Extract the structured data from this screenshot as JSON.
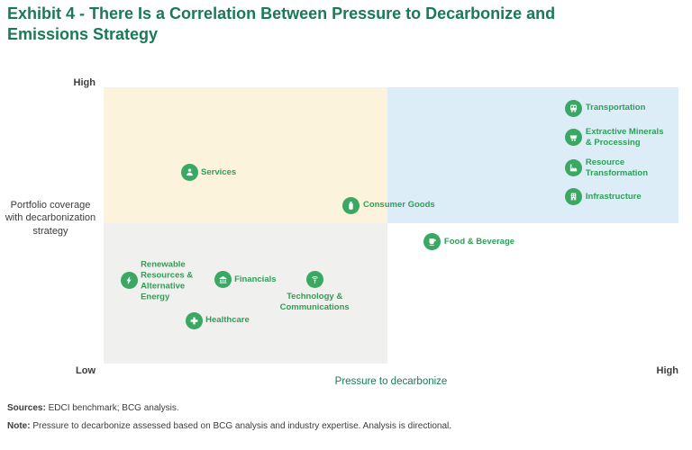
{
  "title": "Exhibit 4 - There Is a Correlation Between Pressure to Decarbonize and Emissions Strategy",
  "colors": {
    "title_green": "#197A56",
    "label_green": "#2F9E57",
    "marker_green": "#3AA862",
    "axis_text": "#3C3C3C"
  },
  "chart_data": {
    "type": "scatter",
    "subtype": "quadrant",
    "title": "Exhibit 4 - There Is a Correlation Between Pressure to Decarbonize and Emissions Strategy",
    "x_axis": {
      "label": "Pressure to decarbonize",
      "min_label": "Low",
      "max_label": "High"
    },
    "y_axis": {
      "label": "Portfolio coverage with decarbonization strategy",
      "max_label": "High"
    },
    "grid": false,
    "quadrant_split": {
      "x_frac": 0.494,
      "y_frac": 0.492
    },
    "quadrant_colors": {
      "top_left": "#FBF3DC",
      "top_right": "#DCEDF8",
      "bottom_left": "#F0F0EE",
      "bottom_right": "#FFFFFF"
    },
    "points": [
      {
        "label": "Services",
        "icon": "services-person-icon",
        "x": 0.149,
        "y": 0.691,
        "label_side": "right"
      },
      {
        "label": "Consumer Goods",
        "icon": "consumer-goods-jar-icon",
        "x": 0.431,
        "y": 0.573,
        "label_side": "right"
      },
      {
        "label": "Transportation",
        "icon": "transportation-bus-icon",
        "x": 0.818,
        "y": 0.925,
        "label_side": "right"
      },
      {
        "label": "Extractive Minerals & Processing",
        "icon": "mine-cart-icon",
        "x": 0.818,
        "y": 0.818,
        "label_side": "right",
        "label_width": 90
      },
      {
        "label": "Resource Transformation",
        "icon": "factory-icon",
        "x": 0.818,
        "y": 0.707,
        "label_side": "right",
        "label_width": 80
      },
      {
        "label": "Infrastructure",
        "icon": "building-icon",
        "x": 0.818,
        "y": 0.603,
        "label_side": "right"
      },
      {
        "label": "Food & Beverage",
        "icon": "beverage-cup-icon",
        "x": 0.572,
        "y": 0.44,
        "label_side": "right"
      },
      {
        "label": "Renewable Resources & Alternative Energy",
        "icon": "lightning-bolt-icon",
        "x": 0.044,
        "y": 0.3,
        "label_side": "right",
        "label_width": 64
      },
      {
        "label": "Financials",
        "icon": "bank-icon",
        "x": 0.207,
        "y": 0.303,
        "label_side": "right"
      },
      {
        "label": "Technology & Communications",
        "icon": "antenna-icon",
        "x": 0.367,
        "y": 0.303,
        "label_side": "below",
        "label_width": 92
      },
      {
        "label": "Healthcare",
        "icon": "medical-cross-icon",
        "x": 0.157,
        "y": 0.156,
        "label_side": "right"
      }
    ]
  },
  "footer": {
    "sources_label": "Sources:",
    "sources_text": " EDCI benchmark; BCG analysis.",
    "note_label": "Note:",
    "note_text": " Pressure to decarbonize assessed based on BCG analysis and industry expertise. Analysis is directional."
  }
}
